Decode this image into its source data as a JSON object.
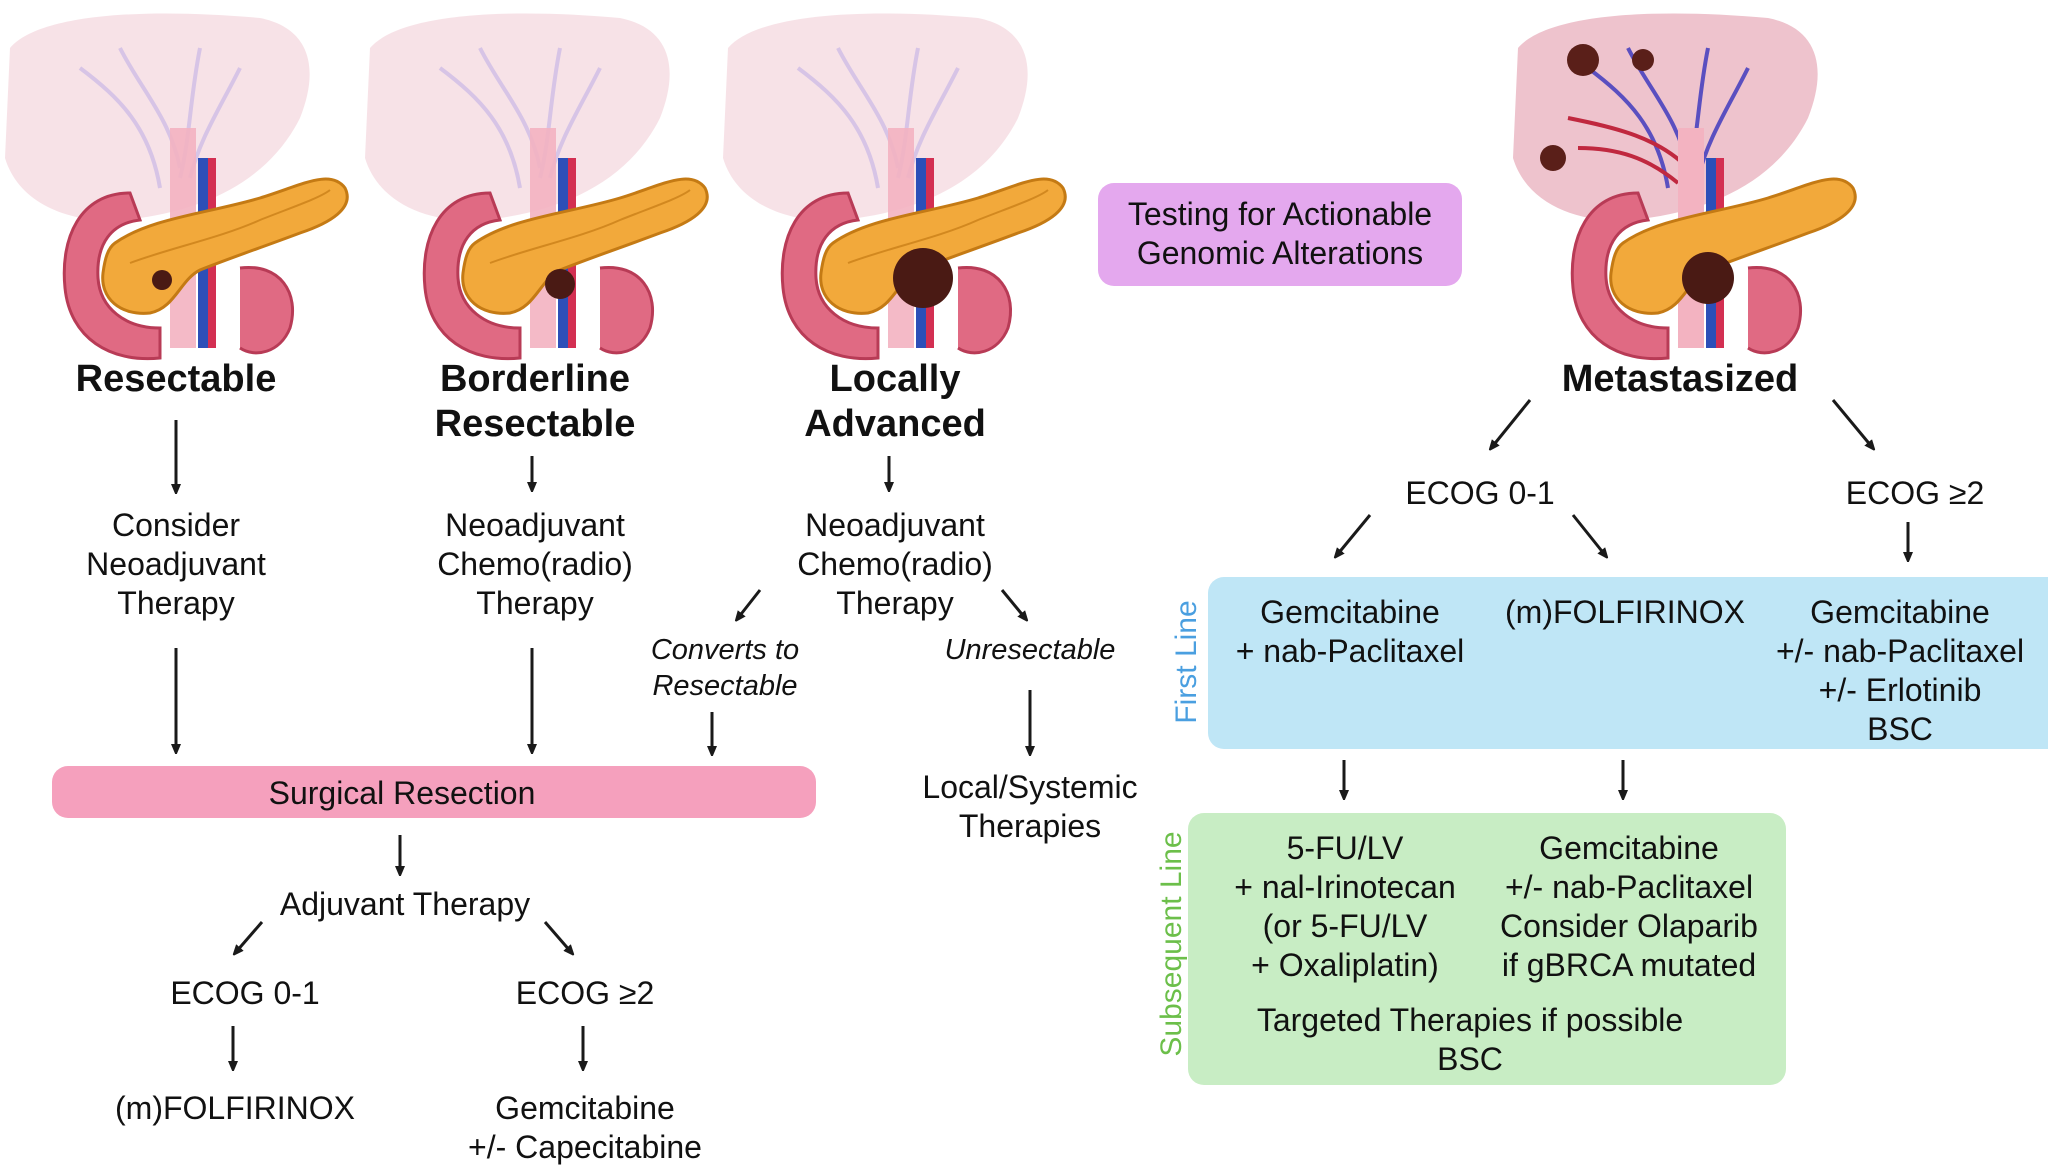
{
  "stages": {
    "resectable": "Resectable",
    "borderline_1": "Borderline",
    "borderline_2": "Resectable",
    "locally_1": "Locally",
    "locally_2": "Advanced",
    "metastasized": "Metastasized"
  },
  "testing": {
    "line1": "Testing for Actionable",
    "line2": "Genomic Alterations"
  },
  "resectable_branch": {
    "l1": "Consider",
    "l2": "Neoadjuvant",
    "l3": "Therapy"
  },
  "borderline_branch": {
    "l1": "Neoadjuvant",
    "l2": "Chemo(radio)",
    "l3": "Therapy"
  },
  "locally_branch": {
    "l1": "Neoadjuvant",
    "l2": "Chemo(radio)",
    "l3": "Therapy",
    "converts_1": "Converts to",
    "converts_2": "Resectable",
    "unresectable": "Unresectable",
    "local_1": "Local/Systemic",
    "local_2": "Therapies"
  },
  "surgery": "Surgical Resection",
  "adjuvant": {
    "title": "Adjuvant Therapy",
    "ecog01": "ECOG 0-1",
    "ecog2": "ECOG ≥2",
    "folfirinox": "(m)FOLFIRINOX",
    "gem_1": "Gemcitabine",
    "gem_2": "+/- Capecitabine"
  },
  "metastatic": {
    "ecog01": "ECOG 0-1",
    "ecog2": "ECOG ≥2",
    "first_line_label": "First Line",
    "subsequent_label": "Subsequent Line",
    "fl_gem_1": "Gemcitabine",
    "fl_gem_2": "+ nab-Paclitaxel",
    "fl_folfirinox": "(m)FOLFIRINOX",
    "fl_ecog2_1": "Gemcitabine",
    "fl_ecog2_2": "+/- nab-Paclitaxel",
    "fl_ecog2_3": "+/- Erlotinib",
    "fl_ecog2_4": "BSC",
    "sl_a_1": "5-FU/LV",
    "sl_a_2": "+ nal-Irinotecan",
    "sl_a_3": "(or 5-FU/LV",
    "sl_a_4": "+ Oxaliplatin)",
    "sl_b_1": "Gemcitabine",
    "sl_b_2": "+/- nab-Paclitaxel",
    "sl_b_3": "Consider Olaparib",
    "sl_b_4": "if gBRCA mutated",
    "sl_c_1": "Targeted Therapies if possible",
    "sl_c_2": "BSC"
  },
  "colors": {
    "pink_box": "#f5a0bd",
    "lilac_box": "#e4a8ee",
    "blue_box": "#bfe6f6",
    "green_box": "#c8edc4",
    "first_line_label": "#4a9fe0",
    "subsequent_label": "#6cbf4a"
  },
  "icons": [
    "liver-illustration",
    "pancreas-illustration",
    "tumor-mass",
    "arrow-icon"
  ]
}
